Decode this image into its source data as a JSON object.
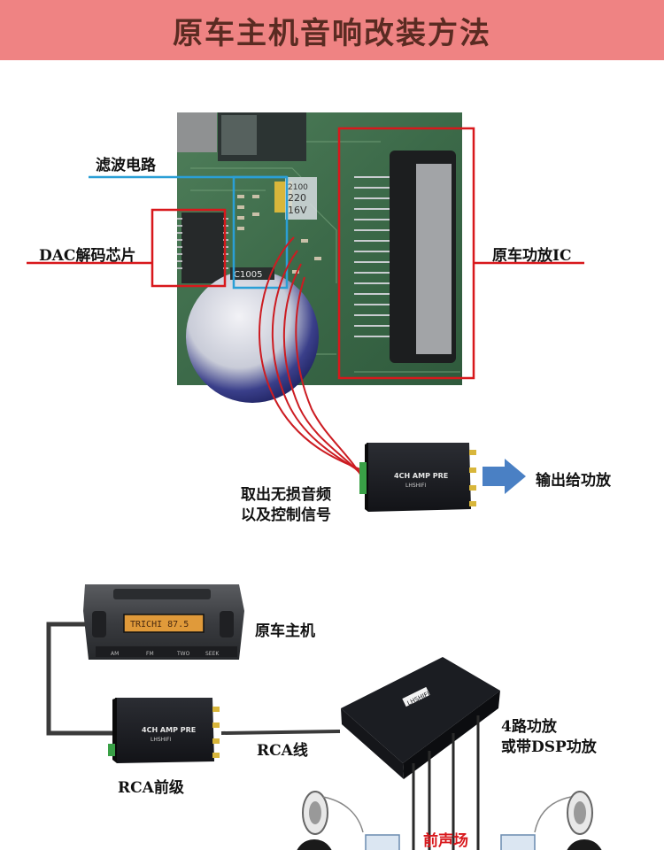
{
  "title": "原车主机音响改装方法",
  "pcb": {
    "chip_text": "C1005",
    "cap_text": [
      "2100",
      "220",
      "16V"
    ]
  },
  "labels": {
    "filter": "滤波电路",
    "dac": "DAC解码芯片",
    "amp_ic": "原车功放IC",
    "extract_line1": "取出无损音频",
    "extract_line2": "以及控制信号",
    "output": "输出给功放",
    "head_unit": "原车主机",
    "rca_pre": "RCA前级",
    "rca_line": "RCA线",
    "amp4_line1": "4路功放",
    "amp4_line2": "或带DSP功放",
    "front_stage": "前声场"
  },
  "devices": {
    "pre_box_line1": "4CH AMP PRE",
    "pre_box_line2": "LHSHIFI",
    "amp_box_brand": "LHSHIFI",
    "radio_display": "TRICHI 87.5",
    "radio_buttons": [
      "AM",
      "FM",
      "TWO",
      "SEEK"
    ]
  },
  "colors": {
    "banner": "#ef8383",
    "title": "#5a2b22",
    "highlight_red": "#d8181c",
    "filter_blue": "#2a9fd6",
    "pcb_green": "#3c6a49",
    "arrow_blue": "#4a80c4"
  }
}
